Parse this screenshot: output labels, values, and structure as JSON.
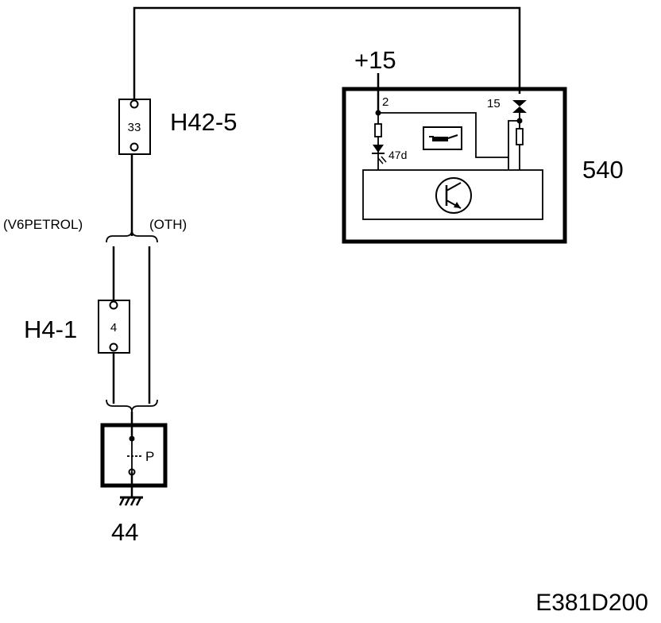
{
  "connectors": {
    "h42": {
      "label": "H42-5",
      "pin": "33"
    },
    "h4": {
      "label": "H4-1",
      "pin": "4"
    }
  },
  "variants": {
    "left": "(V6PETROL)",
    "right": "(OTH)"
  },
  "supply": {
    "label": "+15"
  },
  "module": {
    "number": "540",
    "pin_supply": "2",
    "pin_signal": "15",
    "led_label": "47d"
  },
  "switch": {
    "number": "44",
    "label": "P"
  },
  "diagram_code": "E381D200"
}
